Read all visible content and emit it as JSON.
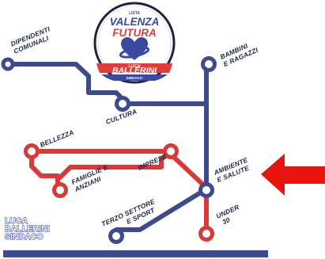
{
  "colors": {
    "blue_line": "#3d4a8e",
    "red_line": "#d83a3a",
    "arrow": "#e8140f",
    "logo_blue": "#3b4aa0",
    "logo_red": "#e23b3b"
  },
  "logo": {
    "top_small": "LISTA",
    "title_line1": "VALENZA",
    "title_line2": "FUTURA",
    "emblem": "heart-icon",
    "name_top": "LUCA",
    "name": "BALLERINI",
    "role": "SINDACO"
  },
  "stops": {
    "dipendenti": [
      "DIPENDENTI",
      "COMUNALI"
    ],
    "cultura": [
      "CULTURA"
    ],
    "bambini": [
      "BAMBINI",
      "E RAGAZZI"
    ],
    "bellezza": [
      "BELLEZZA"
    ],
    "famiglie": [
      "FAMIGLIE E",
      "ANZIANI"
    ],
    "imprese": [
      "IMPRESE"
    ],
    "ambiente": [
      "AMBIENTE",
      "E SALUTE"
    ],
    "terzo": [
      "TERZO SETTORE",
      "E SPORT"
    ],
    "under": [
      "UNDER",
      "30"
    ]
  },
  "watermark": [
    "LUCA",
    "BALLERINI",
    "SINDACO"
  ],
  "arrow_icon": "left-arrow-icon"
}
